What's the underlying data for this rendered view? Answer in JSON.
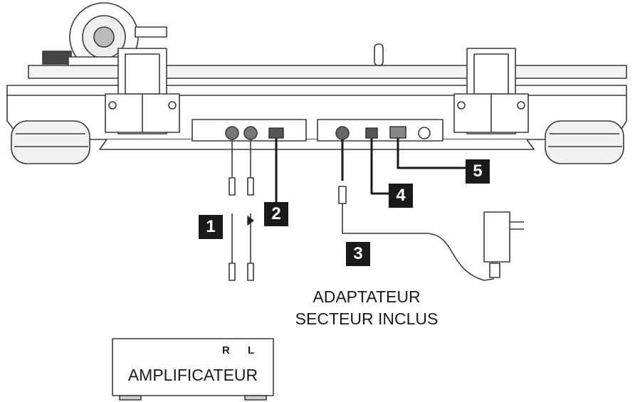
{
  "colors": {
    "ink": "#1a1a1a",
    "line": "#3a3a3a",
    "fill": "#ffffff",
    "shade": "#f1f1f1"
  },
  "callouts": [
    {
      "number": "1"
    },
    {
      "number": "2"
    },
    {
      "number": "3"
    },
    {
      "number": "4"
    },
    {
      "number": "5"
    }
  ],
  "adapter": {
    "line1": "ADAPTATEUR",
    "line2": "SECTEUR INCLUS"
  },
  "amplifier": {
    "label": "AMPLIFICATEUR",
    "right_channel": "R",
    "left_channel": "L"
  }
}
